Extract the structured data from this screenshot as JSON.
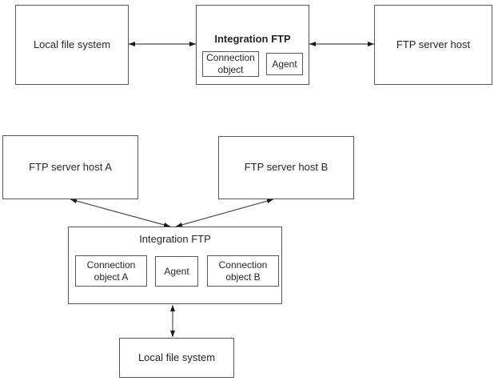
{
  "page": {
    "background": "#ffffff"
  },
  "colors": {
    "box_border": "#595959",
    "arrow_shaft": "#4d4d4d",
    "arrow_head": "#1a1a1a",
    "text": "#262626"
  },
  "diagram_top": {
    "local_file_system": "Local file system",
    "integration_ftp": "Integration FTP",
    "connection_object": "Connection object",
    "agent": "Agent",
    "ftp_server_host": "FTP server host"
  },
  "diagram_bottom": {
    "ftp_server_host_a": "FTP server host A",
    "ftp_server_host_b": "FTP server host B",
    "integration_ftp": "Integration FTP",
    "connection_object_a": "Connection object A",
    "agent": "Agent",
    "connection_object_b": "Connection object B",
    "local_file_system": "Local file system"
  }
}
